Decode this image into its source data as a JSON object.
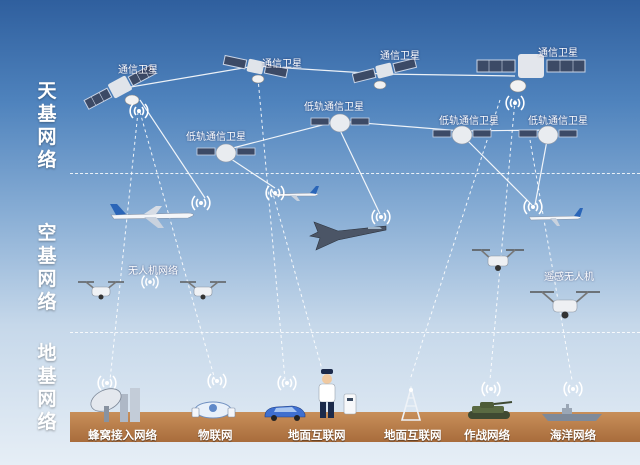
{
  "layers": {
    "space": "天基网络",
    "air": "空基网络",
    "ground": "地基网络"
  },
  "satellites": {
    "comm1": "通信卫星",
    "comm2": "通信卫星",
    "comm3": "通信卫星",
    "comm4": "通信卫星",
    "leo1": "低轨通信卫星",
    "leo2": "低轨通信卫星",
    "leo3": "低轨通信卫星",
    "leo4": "低轨通信卫星"
  },
  "air": {
    "uav_network": "无人机网络",
    "remote_uav": "遥感无人机"
  },
  "ground_networks": {
    "honeycomb": "蜂窝接入网络",
    "iot": "物联网",
    "ground_internet_1": "地面互联网",
    "ground_internet_2": "地面互联网",
    "combat": "作战网络",
    "ocean": "海洋网络"
  },
  "colors": {
    "sky_top": "#2f5f9e",
    "ground": "#a86c3c",
    "link_line": "#ffffff"
  }
}
